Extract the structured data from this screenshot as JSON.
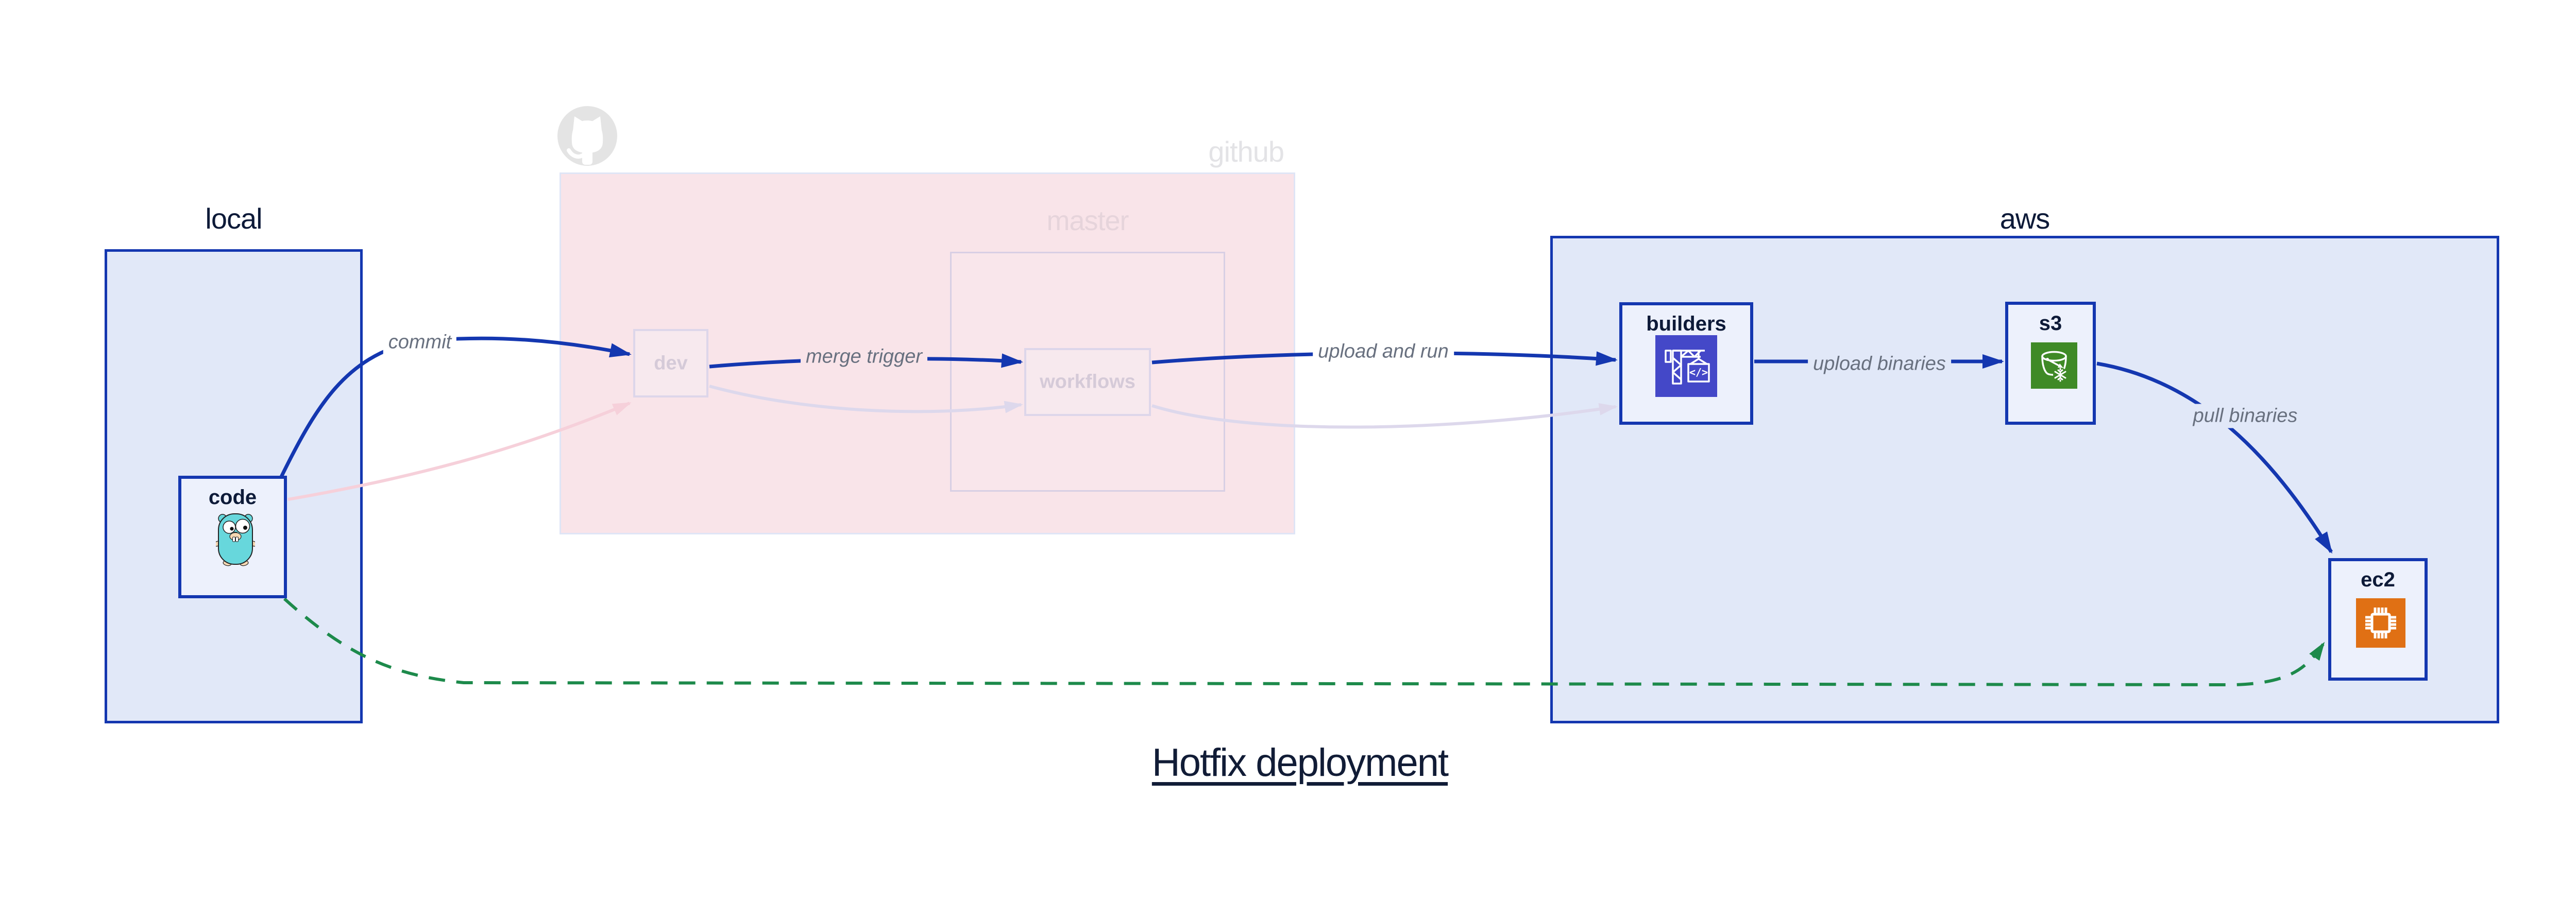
{
  "title": "Hotfix deployment",
  "groups": {
    "local": {
      "label": "local"
    },
    "github": {
      "label": "github",
      "master": {
        "label": "master"
      }
    },
    "aws": {
      "label": "aws"
    }
  },
  "nodes": {
    "code": {
      "label": "code",
      "icon": "go-gopher"
    },
    "dev": {
      "label": "dev"
    },
    "workflows": {
      "label": "workflows"
    },
    "builders": {
      "label": "builders",
      "icon": "aws-codebuild-crane"
    },
    "s3": {
      "label": "s3",
      "icon": "aws-s3-glacier-bucket"
    },
    "ec2": {
      "label": "ec2",
      "icon": "aws-ec2-chip"
    }
  },
  "edges": {
    "commit": {
      "label": "commit",
      "from": "code",
      "to": "dev",
      "style": "solid-blue"
    },
    "merge_trigger": {
      "label": "merge trigger",
      "from": "dev",
      "to": "workflows",
      "style": "solid-blue"
    },
    "upload_and_run": {
      "label": "upload and run",
      "from": "workflows",
      "to": "builders",
      "style": "solid-blue"
    },
    "upload_binaries": {
      "label": "upload binaries",
      "from": "builders",
      "to": "s3",
      "style": "solid-blue"
    },
    "pull_binaries": {
      "label": "pull binaries",
      "from": "s3",
      "to": "ec2",
      "style": "solid-blue"
    },
    "hotfix_path": {
      "label": "",
      "from": "code",
      "to": "ec2",
      "style": "dashed-green"
    },
    "faded_commit": {
      "label": "",
      "from": "code",
      "to": "dev",
      "style": "faded-pink"
    },
    "faded_merge": {
      "label": "",
      "from": "dev",
      "to": "workflows",
      "style": "faded-lavender"
    },
    "faded_upload": {
      "label": "",
      "from": "workflows",
      "to": "builders",
      "style": "faded-lavender"
    }
  },
  "colors": {
    "arrow_blue": "#1437b0",
    "group_blue_fill": "#e1e8f8",
    "node_fill": "#edf1fc",
    "github_pink_fill": "#f9e4e9",
    "faded_border": "#ddd6ea",
    "faded_text": "#d5cad8",
    "edge_label_gray": "#68707f",
    "hotfix_green": "#1d8a4b",
    "faded_pink_arrow": "#f6d0da",
    "faded_lavender_arrow": "#ddd8ec",
    "navy_text": "#0d1a38",
    "codebuild_indigo": "#4448c8",
    "s3_green": "#3f8a26",
    "ec2_orange": "#e07014",
    "github_logo_gray": "#e4e4e4"
  }
}
